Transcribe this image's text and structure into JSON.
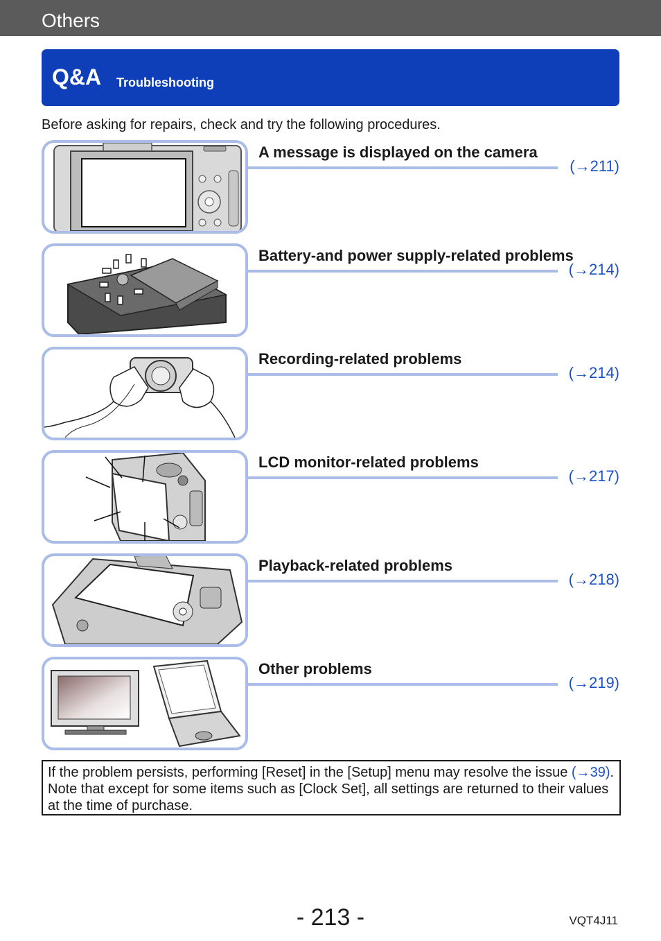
{
  "header": {
    "section": "Others"
  },
  "banner": {
    "title": "Q&A",
    "subtitle": "Troubleshooting"
  },
  "intro": "Before asking for repairs, check and try the following procedures.",
  "topics": [
    {
      "title": "A message is displayed on the camera",
      "ref": "(→211)",
      "icon": "camera-monitor-message-icon"
    },
    {
      "title": "Battery-and power supply-related problems",
      "ref": "(→214)",
      "icon": "battery-charger-icon"
    },
    {
      "title": "Recording-related problems",
      "ref": "(→214)",
      "icon": "hands-holding-camera-icon"
    },
    {
      "title": "LCD monitor-related problems",
      "ref": "(→217)",
      "icon": "lcd-monitor-camera-icon"
    },
    {
      "title": "Playback-related problems",
      "ref": "(→218)",
      "icon": "camera-playback-icon"
    },
    {
      "title": "Other problems",
      "ref": "(→219)",
      "icon": "tv-and-laptop-icon"
    }
  ],
  "note": {
    "part1": "If the problem persists, performing [Reset] in the [Setup] menu may resolve the issue ",
    "link": "(→39)",
    "part2": ". Note that except for some items such as [Clock Set], all settings are returned to their values at the time of purchase."
  },
  "footer": {
    "page": "- 213 -",
    "code": "VQT4J11"
  },
  "colors": {
    "banner": "#0f3fb8",
    "accent_rule": "#a9bde8",
    "link": "#1a4fc6",
    "topbar": "#5b5b5b"
  }
}
